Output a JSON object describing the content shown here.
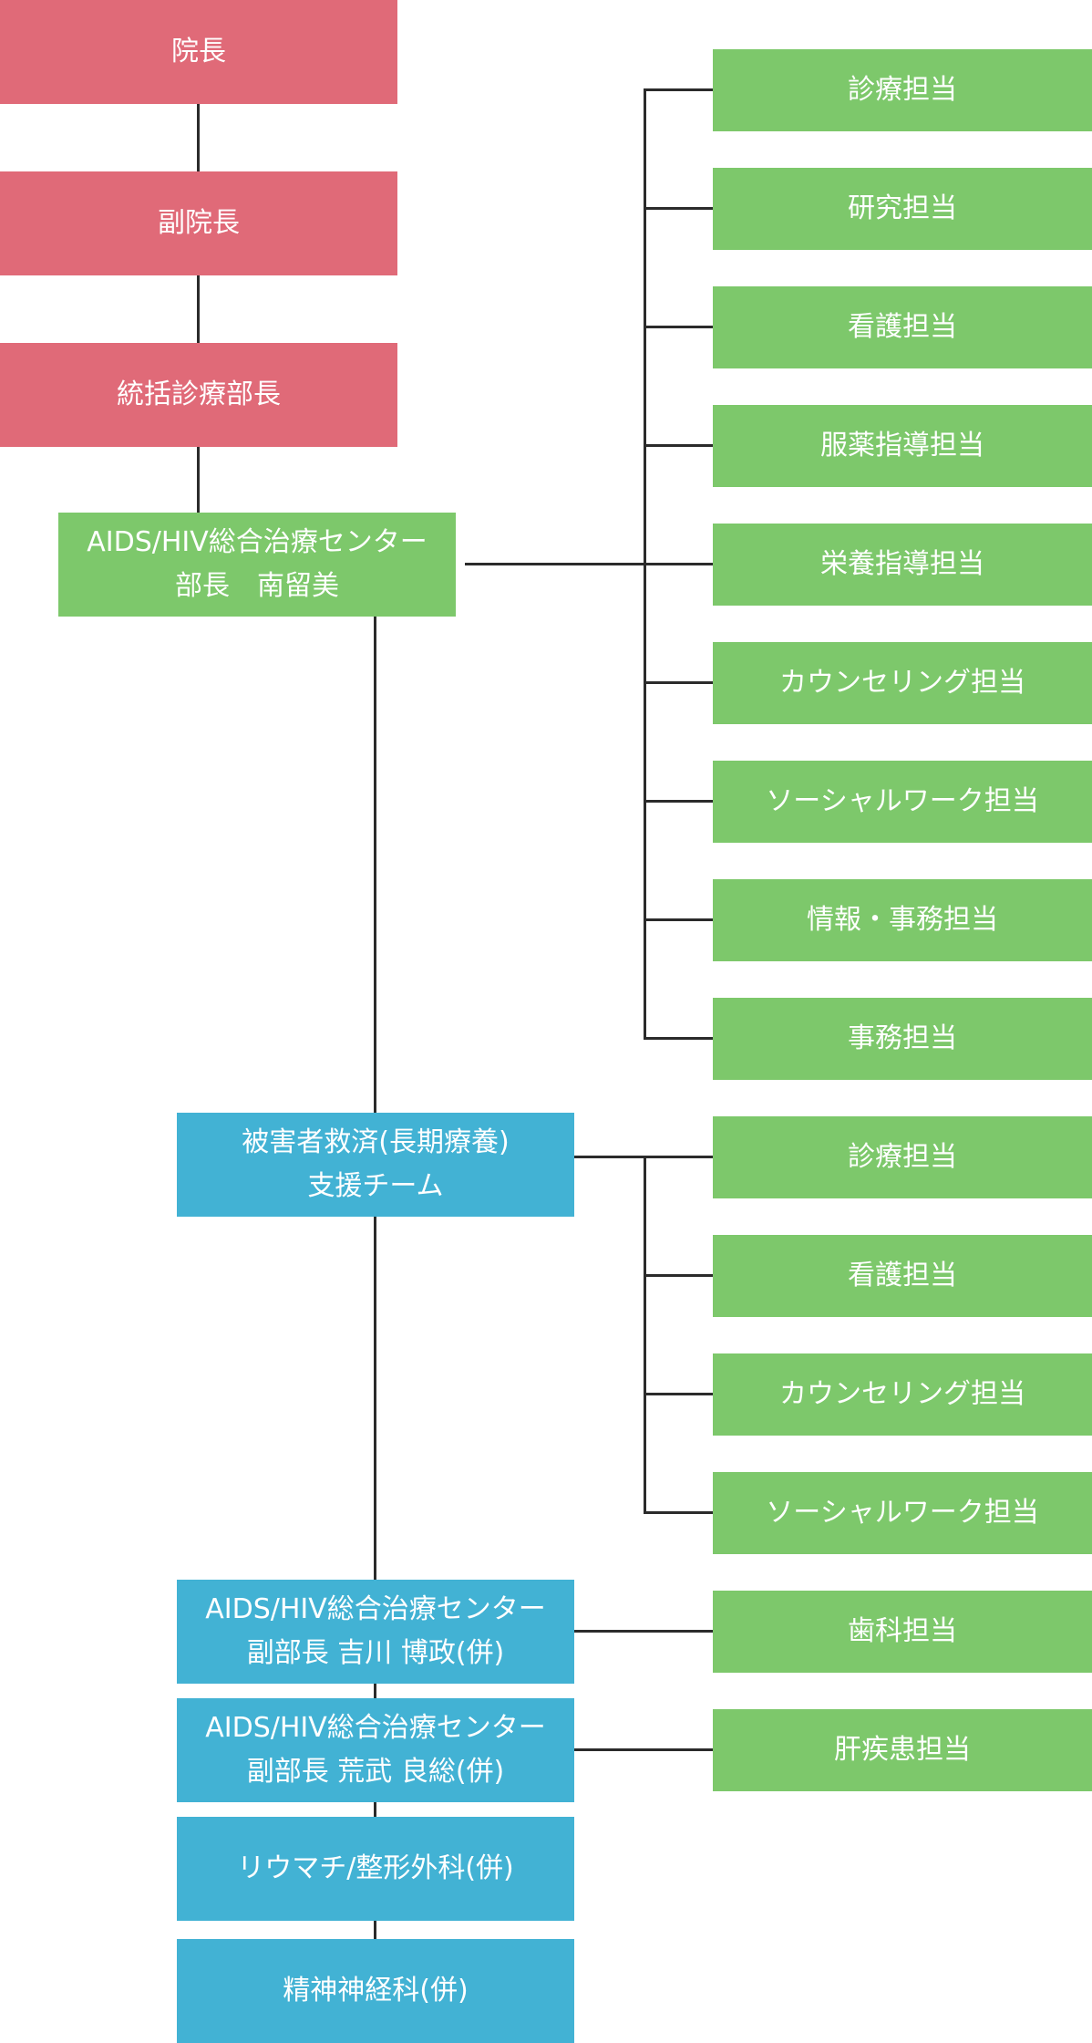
{
  "colors": {
    "executive": "#e06a78",
    "center": "#7dc86b",
    "blue_unit": "#42b2d4",
    "connector": "#2b2b2b"
  },
  "executives": [
    {
      "name": "院長"
    },
    {
      "name": "副院長"
    },
    {
      "name": "統括診療部長"
    }
  ],
  "center_director": {
    "line1": "AIDS/HIV総合治療センター",
    "line2": "部長　南留美"
  },
  "center_staff": [
    "診療担当",
    "研究担当",
    "看護担当",
    "服薬指導担当",
    "栄養指導担当",
    "カウンセリング担当",
    "ソーシャルワーク担当",
    "情報・事務担当",
    "事務担当"
  ],
  "relief_team": {
    "line1": "被害者救済(長期療養)",
    "line2": "支援チーム",
    "staff": [
      "診療担当",
      "看護担当",
      "カウンセリング担当",
      "ソーシャルワーク担当"
    ]
  },
  "deputy1": {
    "line1": "AIDS/HIV総合治療センター",
    "line2": "副部長 吉川 博政(併)",
    "staff": "歯科担当"
  },
  "deputy2": {
    "line1": "AIDS/HIV総合治療センター",
    "line2": "副部長 荒武 良総(併)",
    "staff": "肝疾患担当"
  },
  "rheumatology": "リウマチ/整形外科(併)",
  "psychiatry": "精神神経科(併)"
}
